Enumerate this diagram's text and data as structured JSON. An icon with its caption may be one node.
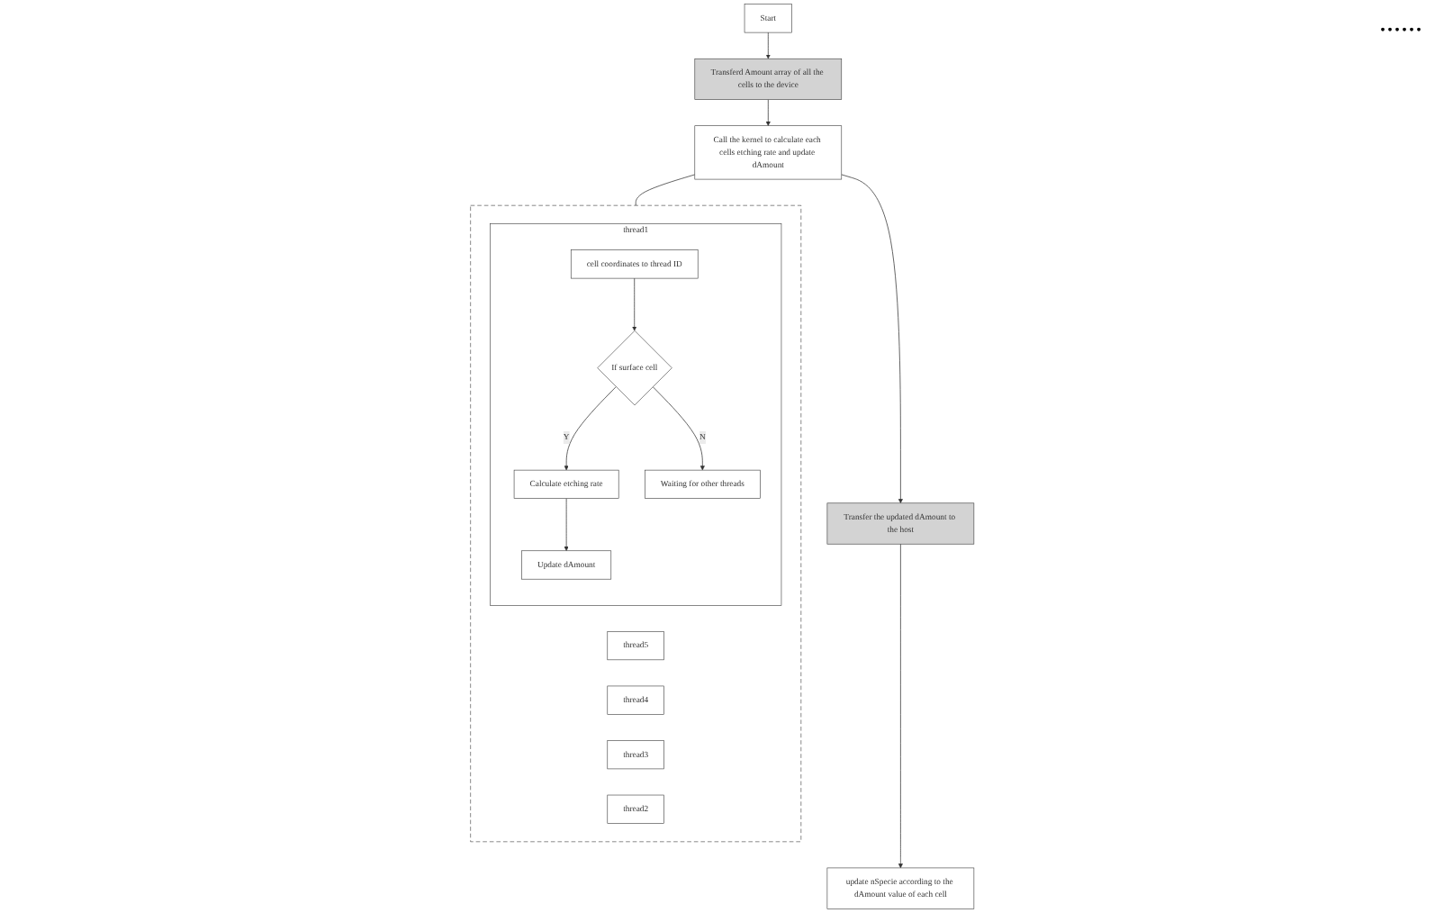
{
  "diagram": {
    "nodes": [
      {
        "text": [
          "Start"
        ]
      },
      {
        "text": [
          "Transferd Amount array of all the cells to the device"
        ]
      },
      {
        "text": [
          "Call the kernel to calculate each cells etching rate and update dAmount"
        ]
      },
      {
        "text": [
          "Transfer the updated dAmount to the host"
        ]
      },
      {
        "text": [
          "update nSpecie according to the dAmount value of each cell"
        ]
      },
      {
        "text": [],
        "shape": "box"
      },
      {
        "text": [
          "thread5"
        ],
        "in": 5
      },
      {
        "text": [
          "thread4"
        ],
        "in": 5
      },
      {
        "text": [
          "thread3"
        ],
        "in": 5
      },
      {
        "text": [
          "thread2"
        ],
        "in": 5
      },
      {
        "text": [
          "thread1"
        ],
        "in": 5
      },
      {
        "text": [
          "cell coordinates to thread ID"
        ],
        "in": 10
      },
      {
        "text": [
          "If surface cell"
        ],
        "in": 10
      },
      {
        "text": [
          "Calculate etching rate"
        ],
        "in": 10
      },
      {
        "text": [
          "Waiting for other threads"
        ],
        "in": 10
      },
      {
        "text": [
          "Update dAmount"
        ],
        "in": 10
      }
    ],
    "edges": [
      {
        "from": 0,
        "to": 1,
        "arrow": "to"
      },
      {
        "from": 1,
        "to": 2,
        "arrow": "to"
      },
      {
        "from": 2,
        "to": 3,
        "arrow": "to"
      },
      {
        "from": 3,
        "to": 4,
        "arrow": "to"
      },
      {
        "from": 2,
        "to": 5,
        "arrow": "none"
      },
      {
        "from": 11,
        "to": 12,
        "arrow": "to"
      },
      {
        "from": 12,
        "to": 13,
        "label": "Y",
        "arrow": "to"
      },
      {
        "from": 12,
        "to": 14,
        "label": "N",
        "arrow": "to"
      },
      {
        "from": 13,
        "to": 15,
        "arrow": "to"
      }
    ],
    "labels": [
      "......"
    ]
  }
}
